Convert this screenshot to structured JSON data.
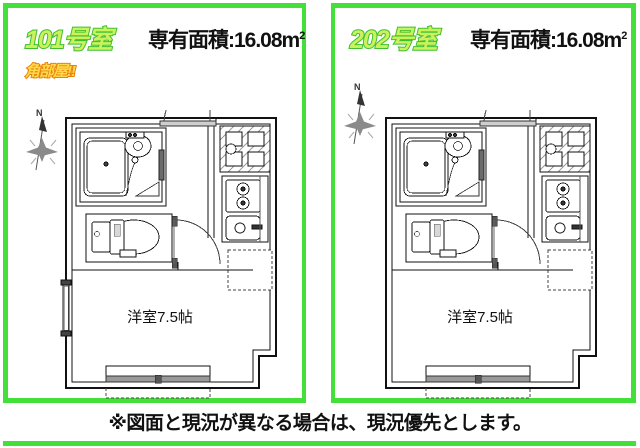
{
  "theme": {
    "border_green": "#44e03a",
    "room_label_fill": "#c9f25c",
    "room_label_stroke": "#3fbf2e",
    "badge_fill": "#ffd94a",
    "badge_stroke": "#e8820c",
    "ink": "#111111"
  },
  "units": [
    {
      "id": "unit-101",
      "room_number": "101号室",
      "area_label": "専有面積:16.08",
      "area_unit": "m",
      "area_unit_sup": "2",
      "badge": "角部屋!!",
      "has_badge": true,
      "has_side_window": true,
      "compass_label": "N",
      "room_label": "洋室7.5帖",
      "fixtures": [
        "unit-bath",
        "bathtub",
        "washbasin",
        "toilet",
        "entrance-tile",
        "gas-stove",
        "kitchen-sink",
        "closet",
        "balcony",
        "entrance-door",
        "interior-door",
        "sliding-window"
      ]
    },
    {
      "id": "unit-202",
      "room_number": "202号室",
      "area_label": "専有面積:16.08",
      "area_unit": "m",
      "area_unit_sup": "2",
      "badge": "",
      "has_badge": false,
      "has_side_window": false,
      "compass_label": "N",
      "room_label": "洋室7.5帖",
      "fixtures": [
        "unit-bath",
        "bathtub",
        "washbasin",
        "toilet",
        "entrance-tile",
        "gas-stove",
        "kitchen-sink",
        "closet",
        "balcony",
        "entrance-door",
        "interior-door",
        "sliding-window"
      ]
    }
  ],
  "footer": {
    "disclaimer": "※図面と現況が異なる場合は、現況優先とします。"
  }
}
